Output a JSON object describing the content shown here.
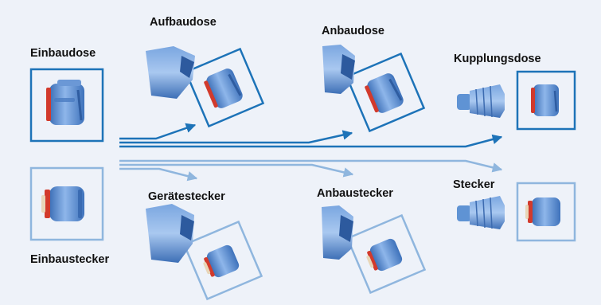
{
  "labels": {
    "einbaudose": "Einbaudose",
    "aufbaudose": "Aufbaudose",
    "anbaudose": "Anbaudose",
    "kupplungsdose": "Kupplungsdose",
    "einbaustecker": "Einbaustecker",
    "geraetestecker": "Gerätestecker",
    "anbaustecker": "Anbaustecker",
    "stecker": "Stecker"
  },
  "colors": {
    "background": "#eef2f9",
    "frame_dark": "#1d73b8",
    "frame_light": "#8fb6de",
    "arrow_dark": "#1d73b8",
    "arrow_light": "#8fb6de",
    "connector_body": "#5a8fd0",
    "connector_ring": "#d23a2c",
    "text": "#111111"
  }
}
